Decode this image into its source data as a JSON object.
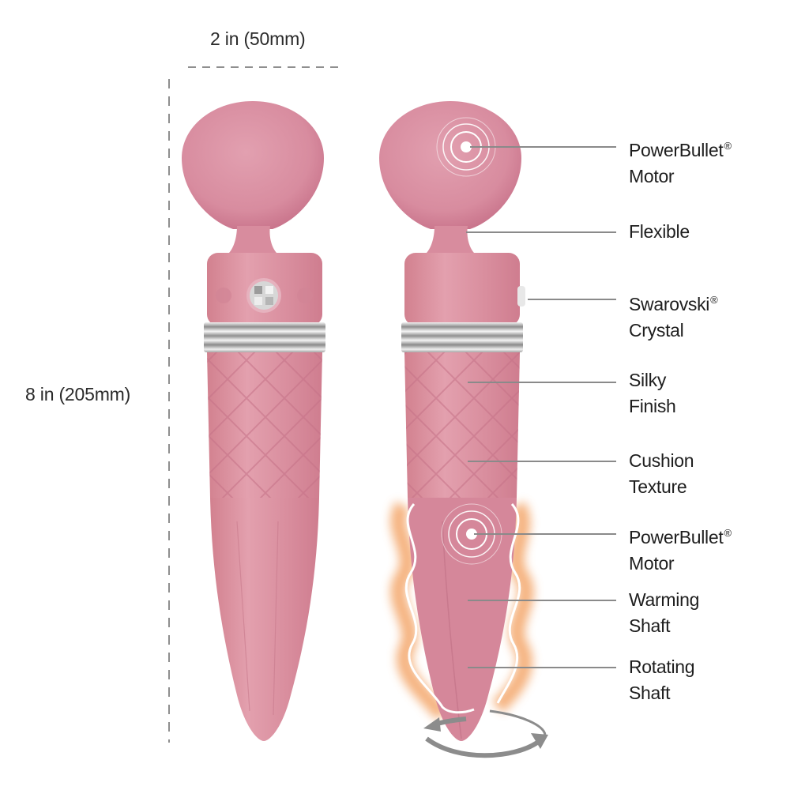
{
  "dimensions": {
    "width_label": "2 in (50mm)",
    "height_label": "8 in (205mm)"
  },
  "colors": {
    "body_pink": "#d98a9c",
    "body_pink_dark": "#c7748a",
    "body_pink_light": "#e3a2b1",
    "band_silver": "#c9c9c9",
    "leader_line": "#8a8a8a",
    "dashed_line": "#8f8f8f",
    "warming_glow": "#f2a15d",
    "rotation_arrow": "#8c8c8c",
    "text": "#1e1e1e"
  },
  "callouts": [
    {
      "line1": "PowerBullet",
      "mark": "®",
      "line2": "Motor",
      "target": "head-motor"
    },
    {
      "line1": "Flexible",
      "mark": "",
      "line2": "",
      "target": "neck"
    },
    {
      "line1": "Swarovski",
      "mark": "®",
      "line2": "Crystal",
      "target": "side-crystal"
    },
    {
      "line1": "Silky",
      "mark": "",
      "line2": "Finish",
      "target": "quilted-handle"
    },
    {
      "line1": "Cushion",
      "mark": "",
      "line2": "Texture",
      "target": "quilted-handle-lower"
    },
    {
      "line1": "PowerBullet",
      "mark": "®",
      "line2": "Motor",
      "target": "shaft-motor"
    },
    {
      "line1": "Warming",
      "mark": "",
      "line2": "Shaft",
      "target": "shaft-mid"
    },
    {
      "line1": "Rotating",
      "mark": "",
      "line2": "Shaft",
      "target": "shaft-tip"
    }
  ],
  "views": [
    {
      "name": "front-view",
      "features": [
        "wand-head",
        "flexible-neck",
        "control-collar",
        "swarovski-crystal-button",
        "silver-band",
        "quilted-handle",
        "tapered-shaft"
      ]
    },
    {
      "name": "side-view",
      "features": [
        "motor-indicator-head",
        "motor-indicator-shaft",
        "warming-waves",
        "rotation-arrows"
      ]
    }
  ]
}
